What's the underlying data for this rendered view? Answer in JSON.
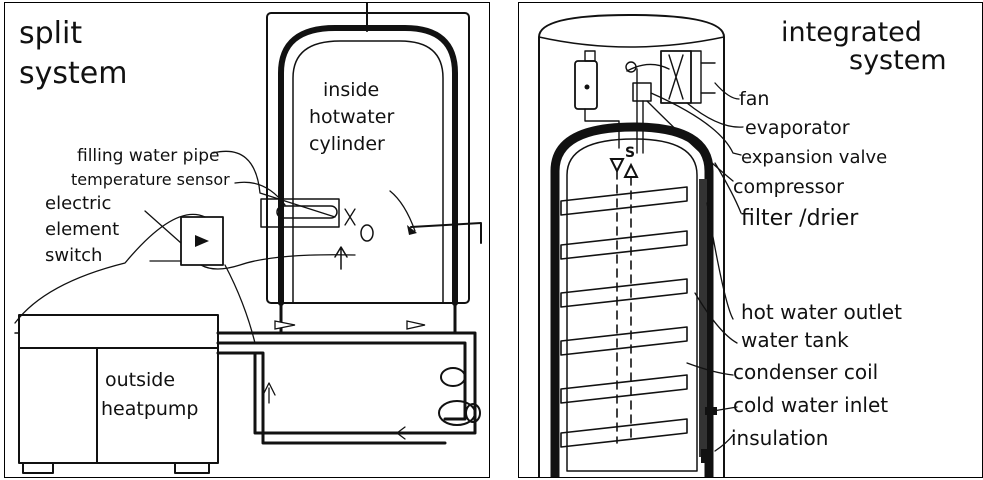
{
  "split": {
    "title_line1": "split",
    "title_line2": "system",
    "cylinder_label": [
      "inside",
      "hotwater",
      "cylinder"
    ],
    "labels": {
      "filling_pipe": "filling water pipe",
      "temp_sensor": "temperature sensor",
      "electric_element": [
        "electric",
        "element"
      ],
      "switch": "switch"
    },
    "heatpump_label": [
      "outside",
      "heatpump"
    ]
  },
  "integrated": {
    "title_line1": "integrated",
    "title_line2": "system",
    "callouts": [
      "fan",
      "evaporator",
      "expansion valve",
      "compressor",
      "filter /drier",
      "hot water outlet",
      "water tank",
      "condenser coil",
      "cold water inlet",
      "insulation"
    ],
    "tank_mark": "S"
  }
}
